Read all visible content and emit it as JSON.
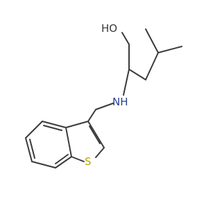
{
  "molecule": {
    "atoms": {
      "hydroxyl": "HO",
      "amine": "NH",
      "sulfur": "S"
    },
    "colors": {
      "bond": "#3a3a3a",
      "sulfur": "#b8a800",
      "nitrogen": "#2d3f8c",
      "oxygen": "#3a3a3a",
      "background": "#ffffff"
    }
  }
}
